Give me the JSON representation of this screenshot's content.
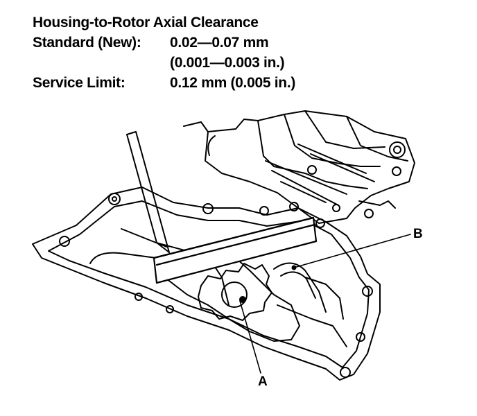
{
  "spec": {
    "title": "Housing-to-Rotor Axial Clearance",
    "standard_label": "Standard (New):",
    "standard_value": "0.02—0.07 mm",
    "standard_value_in": "(0.001—0.003 in.)",
    "limit_label": "Service Limit:",
    "limit_value": "0.12 mm (0.005 in.)"
  },
  "callouts": {
    "a": "A",
    "b": "B"
  }
}
